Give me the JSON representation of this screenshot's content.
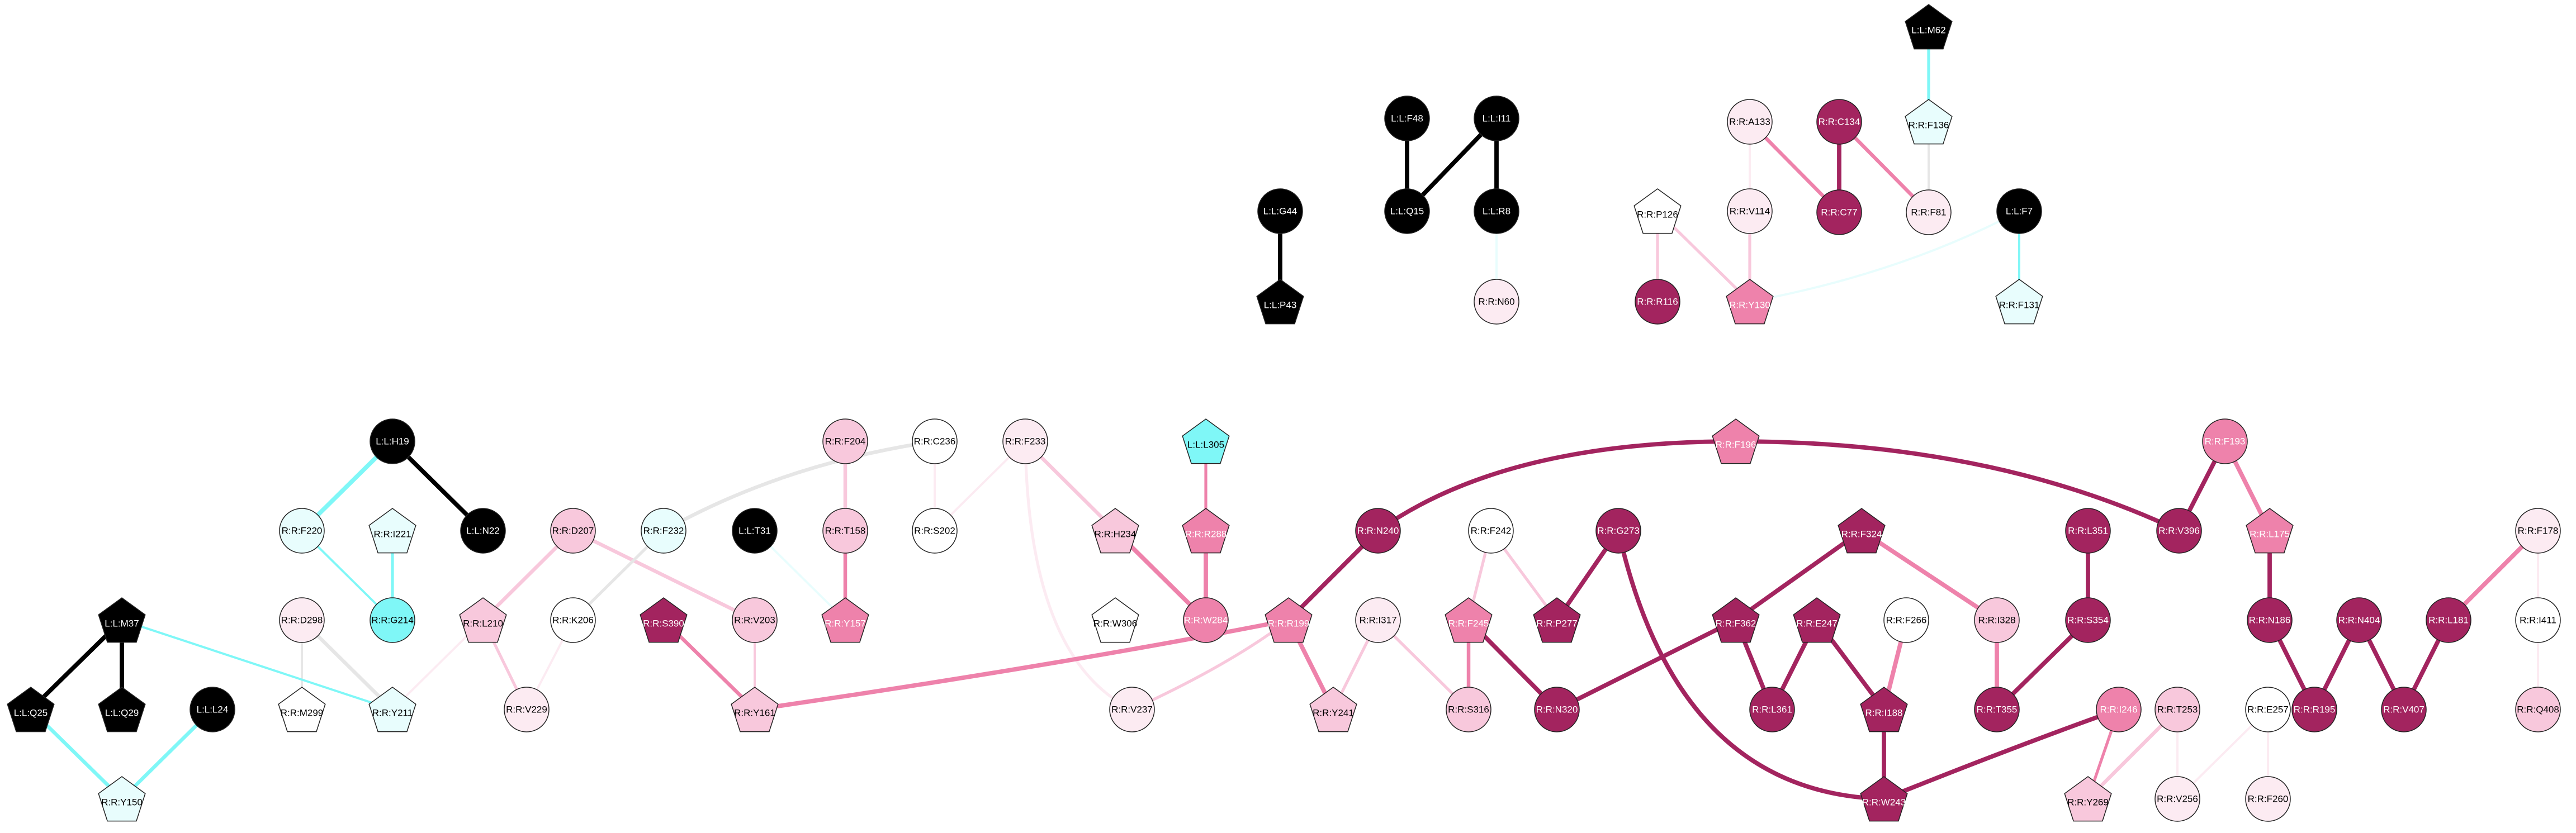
{
  "colors": {
    "black": "#000000",
    "cyan": "#7ff7f7",
    "cyan_light": "#e8fdfd",
    "maroon": "#a3245f",
    "pink": "#ee82ab",
    "pink_light": "#f8c8dc",
    "pink_pale": "#fcebf2",
    "white": "#ffffff",
    "grey_edge": "#e6e6e6"
  },
  "nodes": [
    {
      "id": "L:L:M62",
      "shape": "pentagon",
      "fill": "black"
    },
    {
      "id": "R:R:F136",
      "shape": "pentagon",
      "fill": "cyan_light"
    },
    {
      "id": "R:R:A133",
      "shape": "circle",
      "fill": "pink_pale"
    },
    {
      "id": "R:R:C134",
      "shape": "circle",
      "fill": "maroon"
    },
    {
      "id": "R:R:C77",
      "shape": "circle",
      "fill": "maroon"
    },
    {
      "id": "R:R:F81",
      "shape": "circle",
      "fill": "pink_pale"
    },
    {
      "id": "R:R:P126",
      "shape": "pentagon",
      "fill": "white"
    },
    {
      "id": "R:R:V114",
      "shape": "circle",
      "fill": "pink_pale"
    },
    {
      "id": "R:R:R116",
      "shape": "circle",
      "fill": "maroon"
    },
    {
      "id": "R:R:Y130",
      "shape": "pentagon",
      "fill": "pink"
    },
    {
      "id": "L:L:F7",
      "shape": "circle",
      "fill": "black"
    },
    {
      "id": "R:R:F131",
      "shape": "pentagon",
      "fill": "cyan_light"
    },
    {
      "id": "L:L:F48",
      "shape": "circle",
      "fill": "black"
    },
    {
      "id": "L:L:I11",
      "shape": "circle",
      "fill": "black"
    },
    {
      "id": "L:L:Q15",
      "shape": "circle",
      "fill": "black"
    },
    {
      "id": "L:L:R8",
      "shape": "circle",
      "fill": "black"
    },
    {
      "id": "R:R:N60",
      "shape": "circle",
      "fill": "pink_pale"
    },
    {
      "id": "L:L:G44",
      "shape": "circle",
      "fill": "black"
    },
    {
      "id": "L:L:P43",
      "shape": "pentagon",
      "fill": "black"
    },
    {
      "id": "L:L:H19",
      "shape": "circle",
      "fill": "black"
    },
    {
      "id": "R:R:F220",
      "shape": "circle",
      "fill": "cyan_light"
    },
    {
      "id": "L:L:N22",
      "shape": "circle",
      "fill": "black"
    },
    {
      "id": "R:R:I221",
      "shape": "pentagon",
      "fill": "cyan_light"
    },
    {
      "id": "R:R:G214",
      "shape": "circle",
      "fill": "cyan"
    },
    {
      "id": "R:R:D298",
      "shape": "circle",
      "fill": "pink_pale"
    },
    {
      "id": "R:R:M299",
      "shape": "pentagon",
      "fill": "white"
    },
    {
      "id": "R:R:Y211",
      "shape": "pentagon",
      "fill": "cyan_light"
    },
    {
      "id": "L:L:M37",
      "shape": "pentagon",
      "fill": "black"
    },
    {
      "id": "L:L:Q25",
      "shape": "pentagon",
      "fill": "black"
    },
    {
      "id": "L:L:Q29",
      "shape": "pentagon",
      "fill": "black"
    },
    {
      "id": "L:L:L24",
      "shape": "circle",
      "fill": "black"
    },
    {
      "id": "R:R:Y150",
      "shape": "pentagon",
      "fill": "cyan_light"
    },
    {
      "id": "R:R:D207",
      "shape": "circle",
      "fill": "pink_light"
    },
    {
      "id": "R:R:L210",
      "shape": "pentagon",
      "fill": "pink_light"
    },
    {
      "id": "R:R:K206",
      "shape": "circle",
      "fill": "white"
    },
    {
      "id": "R:R:V229",
      "shape": "circle",
      "fill": "pink_pale"
    },
    {
      "id": "R:R:F232",
      "shape": "circle",
      "fill": "cyan_light"
    },
    {
      "id": "L:L:T31",
      "shape": "circle",
      "fill": "black"
    },
    {
      "id": "R:R:S390",
      "shape": "pentagon",
      "fill": "maroon"
    },
    {
      "id": "R:R:V203",
      "shape": "circle",
      "fill": "pink_light"
    },
    {
      "id": "R:R:Y161",
      "shape": "pentagon",
      "fill": "pink_light"
    },
    {
      "id": "R:R:F204",
      "shape": "circle",
      "fill": "pink_light"
    },
    {
      "id": "R:R:T158",
      "shape": "circle",
      "fill": "pink_light"
    },
    {
      "id": "R:R:Y157",
      "shape": "pentagon",
      "fill": "pink"
    },
    {
      "id": "R:R:C236",
      "shape": "circle",
      "fill": "white"
    },
    {
      "id": "R:R:S202",
      "shape": "circle",
      "fill": "white"
    },
    {
      "id": "R:R:F233",
      "shape": "circle",
      "fill": "pink_pale"
    },
    {
      "id": "R:R:H234",
      "shape": "pentagon",
      "fill": "pink_light"
    },
    {
      "id": "R:R:W306",
      "shape": "pentagon",
      "fill": "white"
    },
    {
      "id": "L:L:L305",
      "shape": "pentagon",
      "fill": "cyan"
    },
    {
      "id": "R:R:R288",
      "shape": "pentagon",
      "fill": "pink"
    },
    {
      "id": "R:R:W284",
      "shape": "circle",
      "fill": "pink"
    },
    {
      "id": "R:R:V237",
      "shape": "circle",
      "fill": "pink_pale"
    },
    {
      "id": "R:R:N240",
      "shape": "circle",
      "fill": "maroon"
    },
    {
      "id": "R:R:R199",
      "shape": "pentagon",
      "fill": "pink"
    },
    {
      "id": "R:R:I317",
      "shape": "circle",
      "fill": "pink_pale"
    },
    {
      "id": "R:R:Y241",
      "shape": "pentagon",
      "fill": "pink_light"
    },
    {
      "id": "R:R:F196",
      "shape": "pentagon",
      "fill": "pink"
    },
    {
      "id": "R:R:F242",
      "shape": "circle",
      "fill": "white"
    },
    {
      "id": "R:R:F245",
      "shape": "pentagon",
      "fill": "pink"
    },
    {
      "id": "R:R:S316",
      "shape": "circle",
      "fill": "pink_light"
    },
    {
      "id": "R:R:G273",
      "shape": "circle",
      "fill": "maroon"
    },
    {
      "id": "R:R:P277",
      "shape": "pentagon",
      "fill": "maroon"
    },
    {
      "id": "R:R:N320",
      "shape": "circle",
      "fill": "maroon"
    },
    {
      "id": "R:R:F324",
      "shape": "pentagon",
      "fill": "maroon"
    },
    {
      "id": "R:R:F362",
      "shape": "pentagon",
      "fill": "maroon"
    },
    {
      "id": "R:R:E247",
      "shape": "pentagon",
      "fill": "maroon"
    },
    {
      "id": "R:R:L361",
      "shape": "circle",
      "fill": "maroon"
    },
    {
      "id": "R:R:F266",
      "shape": "circle",
      "fill": "white"
    },
    {
      "id": "R:R:I188",
      "shape": "pentagon",
      "fill": "maroon"
    },
    {
      "id": "R:R:I328",
      "shape": "circle",
      "fill": "pink_light"
    },
    {
      "id": "R:R:T355",
      "shape": "circle",
      "fill": "maroon"
    },
    {
      "id": "R:R:W243",
      "shape": "pentagon",
      "fill": "maroon"
    },
    {
      "id": "R:R:L351",
      "shape": "circle",
      "fill": "maroon"
    },
    {
      "id": "R:R:S354",
      "shape": "circle",
      "fill": "maroon"
    },
    {
      "id": "R:R:I246",
      "shape": "circle",
      "fill": "pink"
    },
    {
      "id": "R:R:Y269",
      "shape": "pentagon",
      "fill": "pink_light"
    },
    {
      "id": "R:R:T253",
      "shape": "circle",
      "fill": "pink_light"
    },
    {
      "id": "R:R:V256",
      "shape": "circle",
      "fill": "pink_pale"
    },
    {
      "id": "R:R:E257",
      "shape": "circle",
      "fill": "white"
    },
    {
      "id": "R:R:F260",
      "shape": "circle",
      "fill": "pink_pale"
    },
    {
      "id": "R:R:F193",
      "shape": "circle",
      "fill": "pink"
    },
    {
      "id": "R:R:V396",
      "shape": "circle",
      "fill": "maroon"
    },
    {
      "id": "R:R:L175",
      "shape": "pentagon",
      "fill": "pink"
    },
    {
      "id": "R:R:N186",
      "shape": "circle",
      "fill": "maroon"
    },
    {
      "id": "R:R:N404",
      "shape": "circle",
      "fill": "maroon"
    },
    {
      "id": "R:R:R195",
      "shape": "circle",
      "fill": "maroon"
    },
    {
      "id": "R:R:L181",
      "shape": "circle",
      "fill": "maroon"
    },
    {
      "id": "R:R:V407",
      "shape": "circle",
      "fill": "maroon"
    },
    {
      "id": "R:R:F178",
      "shape": "circle",
      "fill": "pink_pale"
    },
    {
      "id": "R:R:I411",
      "shape": "circle",
      "fill": "white"
    },
    {
      "id": "R:R:Q408",
      "shape": "circle",
      "fill": "pink_light"
    }
  ],
  "edges": [
    {
      "a": "L:L:M62",
      "b": "R:R:F136",
      "color": "cyan",
      "w": 4
    },
    {
      "a": "R:R:F136",
      "b": "R:R:F81",
      "color": "grey_edge",
      "w": 3
    },
    {
      "a": "R:R:A133",
      "b": "R:R:V114",
      "color": "pink_pale",
      "w": 3
    },
    {
      "a": "R:R:A133",
      "b": "R:R:C77",
      "color": "pink",
      "w": 5
    },
    {
      "a": "R:R:C134",
      "b": "R:R:C77",
      "color": "maroon",
      "w": 6
    },
    {
      "a": "R:R:C134",
      "b": "R:R:F81",
      "color": "pink",
      "w": 5
    },
    {
      "a": "R:R:P126",
      "b": "R:R:R116",
      "color": "pink_light",
      "w": 4
    },
    {
      "a": "R:R:P126",
      "b": "R:R:Y130",
      "color": "pink_light",
      "w": 4
    },
    {
      "a": "R:R:V114",
      "b": "R:R:Y130",
      "color": "pink_light",
      "w": 4
    },
    {
      "a": "L:L:F7",
      "b": "R:R:F131",
      "color": "cyan",
      "w": 3
    },
    {
      "a": "L:L:F7",
      "b": "R:R:Y130",
      "color": "cyan_light",
      "w": 3
    },
    {
      "a": "L:L:F48",
      "b": "L:L:Q15",
      "color": "black",
      "w": 6
    },
    {
      "a": "L:L:I11",
      "b": "L:L:Q15",
      "color": "black",
      "w": 6
    },
    {
      "a": "L:L:I11",
      "b": "L:L:R8",
      "color": "black",
      "w": 6
    },
    {
      "a": "L:L:R8",
      "b": "R:R:N60",
      "color": "cyan_light",
      "w": 3
    },
    {
      "a": "L:L:G44",
      "b": "L:L:P43",
      "color": "black",
      "w": 6
    },
    {
      "a": "L:L:H19",
      "b": "R:R:F220",
      "color": "cyan",
      "w": 6
    },
    {
      "a": "L:L:H19",
      "b": "L:L:N22",
      "color": "black",
      "w": 6
    },
    {
      "a": "R:R:F220",
      "b": "R:R:G214",
      "color": "cyan",
      "w": 3
    },
    {
      "a": "R:R:I221",
      "b": "R:R:G214",
      "color": "cyan",
      "w": 4
    },
    {
      "a": "R:R:D298",
      "b": "R:R:M299",
      "color": "grey_edge",
      "w": 3
    },
    {
      "a": "R:R:D298",
      "b": "R:R:Y211",
      "color": "grey_edge",
      "w": 5
    },
    {
      "a": "L:L:M37",
      "b": "L:L:Q25",
      "color": "black",
      "w": 6
    },
    {
      "a": "L:L:M37",
      "b": "L:L:Q29",
      "color": "black",
      "w": 6
    },
    {
      "a": "L:L:M37",
      "b": "R:R:Y211",
      "color": "cyan",
      "w": 3
    },
    {
      "a": "L:L:Q25",
      "b": "R:R:Y150",
      "color": "cyan",
      "w": 5
    },
    {
      "a": "L:L:L24",
      "b": "R:R:Y150",
      "color": "cyan",
      "w": 5
    },
    {
      "a": "R:R:D207",
      "b": "R:R:L210",
      "color": "pink_light",
      "w": 5
    },
    {
      "a": "R:R:D207",
      "b": "R:R:V203",
      "color": "pink_light",
      "w": 5
    },
    {
      "a": "R:R:L210",
      "b": "R:R:V229",
      "color": "pink_light",
      "w": 4
    },
    {
      "a": "R:R:L210",
      "b": "R:R:Y211",
      "color": "pink_pale",
      "w": 3
    },
    {
      "a": "R:R:K206",
      "b": "R:R:V229",
      "color": "pink_pale",
      "w": 3
    },
    {
      "a": "R:R:F232",
      "b": "R:R:K206",
      "color": "grey_edge",
      "w": 4
    },
    {
      "a": "R:R:F232",
      "b": "R:R:C236",
      "color": "grey_edge",
      "w": 5
    },
    {
      "a": "L:L:T31",
      "b": "R:R:Y157",
      "color": "cyan_light",
      "w": 3
    },
    {
      "a": "R:R:S390",
      "b": "R:R:Y161",
      "color": "pink",
      "w": 5
    },
    {
      "a": "R:R:V203",
      "b": "R:R:Y161",
      "color": "pink_light",
      "w": 3
    },
    {
      "a": "R:R:F204",
      "b": "R:R:T158",
      "color": "pink_light",
      "w": 5
    },
    {
      "a": "R:R:T158",
      "b": "R:R:Y157",
      "color": "pink",
      "w": 5
    },
    {
      "a": "R:R:C236",
      "b": "R:R:S202",
      "color": "pink_pale",
      "w": 3
    },
    {
      "a": "R:R:F233",
      "b": "R:R:S202",
      "color": "pink_pale",
      "w": 3
    },
    {
      "a": "R:R:F233",
      "b": "R:R:H234",
      "color": "pink_light",
      "w": 5
    },
    {
      "a": "R:R:F233",
      "b": "R:R:V237",
      "color": "pink_pale",
      "w": 4
    },
    {
      "a": "R:R:H234",
      "b": "R:R:W284",
      "color": "pink",
      "w": 6
    },
    {
      "a": "L:L:L305",
      "b": "R:R:R288",
      "color": "pink",
      "w": 4
    },
    {
      "a": "R:R:R288",
      "b": "R:R:W284",
      "color": "pink",
      "w": 6
    },
    {
      "a": "R:R:N240",
      "b": "R:R:R199",
      "color": "maroon",
      "w": 6
    },
    {
      "a": "R:R:R199",
      "b": "R:R:Y161",
      "color": "pink",
      "w": 6
    },
    {
      "a": "R:R:R199",
      "b": "R:R:Y241",
      "color": "pink",
      "w": 6
    },
    {
      "a": "R:R:R199",
      "b": "R:R:V237",
      "color": "pink_light",
      "w": 4
    },
    {
      "a": "R:R:I317",
      "b": "R:R:Y241",
      "color": "pink_light",
      "w": 4
    },
    {
      "a": "R:R:I317",
      "b": "R:R:S316",
      "color": "pink_light",
      "w": 4
    },
    {
      "a": "R:R:F196",
      "b": "R:R:N240",
      "color": "maroon",
      "w": 6
    },
    {
      "a": "R:R:F196",
      "b": "R:R:V396",
      "color": "maroon",
      "w": 6
    },
    {
      "a": "R:R:F242",
      "b": "R:R:F245",
      "color": "pink_light",
      "w": 4
    },
    {
      "a": "R:R:F242",
      "b": "R:R:P277",
      "color": "pink_light",
      "w": 4
    },
    {
      "a": "R:R:F245",
      "b": "R:R:S316",
      "color": "pink",
      "w": 5
    },
    {
      "a": "R:R:F245",
      "b": "R:R:N320",
      "color": "maroon",
      "w": 6
    },
    {
      "a": "R:R:G273",
      "b": "R:R:P277",
      "color": "maroon",
      "w": 6
    },
    {
      "a": "R:R:G273",
      "b": "R:R:W243",
      "color": "maroon",
      "w": 6
    },
    {
      "a": "R:R:F324",
      "b": "R:R:F362",
      "color": "maroon",
      "w": 6
    },
    {
      "a": "R:R:F324",
      "b": "R:R:I328",
      "color": "pink",
      "w": 6
    },
    {
      "a": "R:R:F362",
      "b": "R:R:N320",
      "color": "maroon",
      "w": 6
    },
    {
      "a": "R:R:F362",
      "b": "R:R:L361",
      "color": "maroon",
      "w": 6
    },
    {
      "a": "R:R:E247",
      "b": "R:R:L361",
      "color": "maroon",
      "w": 6
    },
    {
      "a": "R:R:E247",
      "b": "R:R:I188",
      "color": "maroon",
      "w": 6
    },
    {
      "a": "R:R:F266",
      "b": "R:R:I188",
      "color": "pink",
      "w": 6
    },
    {
      "a": "R:R:I188",
      "b": "R:R:W243",
      "color": "maroon",
      "w": 6
    },
    {
      "a": "R:R:I328",
      "b": "R:R:T355",
      "color": "pink",
      "w": 6
    },
    {
      "a": "R:R:L351",
      "b": "R:R:S354",
      "color": "maroon",
      "w": 6
    },
    {
      "a": "R:R:S354",
      "b": "R:R:T355",
      "color": "maroon",
      "w": 6
    },
    {
      "a": "R:R:I246",
      "b": "R:R:W243",
      "color": "maroon",
      "w": 6
    },
    {
      "a": "R:R:I246",
      "b": "R:R:Y269",
      "color": "pink",
      "w": 4
    },
    {
      "a": "R:R:T253",
      "b": "R:R:Y269",
      "color": "pink_light",
      "w": 5
    },
    {
      "a": "R:R:T253",
      "b": "R:R:V256",
      "color": "pink_pale",
      "w": 3
    },
    {
      "a": "R:R:E257",
      "b": "R:R:V256",
      "color": "pink_pale",
      "w": 3
    },
    {
      "a": "R:R:E257",
      "b": "R:R:F260",
      "color": "pink_pale",
      "w": 3
    },
    {
      "a": "R:R:F193",
      "b": "R:R:V396",
      "color": "maroon",
      "w": 6
    },
    {
      "a": "R:R:F193",
      "b": "R:R:L175",
      "color": "pink",
      "w": 6
    },
    {
      "a": "R:R:L175",
      "b": "R:R:N186",
      "color": "maroon",
      "w": 6
    },
    {
      "a": "R:R:N186",
      "b": "R:R:R195",
      "color": "maroon",
      "w": 6
    },
    {
      "a": "R:R:N404",
      "b": "R:R:R195",
      "color": "maroon",
      "w": 6
    },
    {
      "a": "R:R:N404",
      "b": "R:R:V407",
      "color": "maroon",
      "w": 6
    },
    {
      "a": "R:R:L181",
      "b": "R:R:V407",
      "color": "maroon",
      "w": 6
    },
    {
      "a": "R:R:F178",
      "b": "R:R:L181",
      "color": "pink",
      "w": 6
    },
    {
      "a": "R:R:F178",
      "b": "R:R:I411",
      "color": "pink_pale",
      "w": 3
    },
    {
      "a": "R:R:I411",
      "b": "R:R:Q408",
      "color": "pink_pale",
      "w": 3
    }
  ]
}
